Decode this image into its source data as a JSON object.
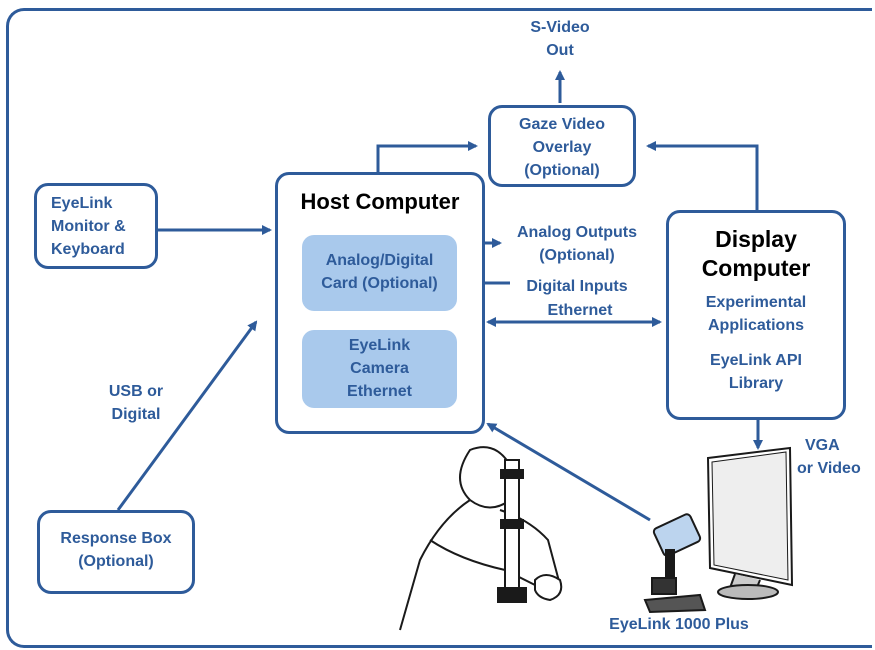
{
  "nodes": {
    "svideo": [
      "S-Video",
      "Out"
    ],
    "gaze": [
      "Gaze Video",
      "Overlay",
      "(Optional)"
    ],
    "monitor": [
      "EyeLink",
      "Monitor &",
      "Keyboard"
    ],
    "host_title": "Host Computer",
    "analog_card": [
      "Analog/Digital",
      "Card (Optional)"
    ],
    "camera": [
      "EyeLink",
      "Camera",
      "Ethernet"
    ],
    "display_title": [
      "Display",
      "Computer"
    ],
    "display_apps": [
      "Experimental",
      "Applications"
    ],
    "display_api": [
      "EyeLink API",
      "Library"
    ],
    "response": [
      "Response Box",
      "(Optional)"
    ],
    "eyelink1000": "EyeLink 1000 Plus"
  },
  "labels": {
    "analog_outputs": [
      "Analog Outputs",
      "(Optional)"
    ],
    "digital_inputs": "Digital Inputs",
    "ethernet": "Ethernet",
    "usb": [
      "USB or",
      "Digital"
    ],
    "vga": [
      "VGA",
      "or Video"
    ]
  },
  "colors": {
    "primary": "#2e5b9a",
    "inner_fill": "#a9c9ec"
  }
}
